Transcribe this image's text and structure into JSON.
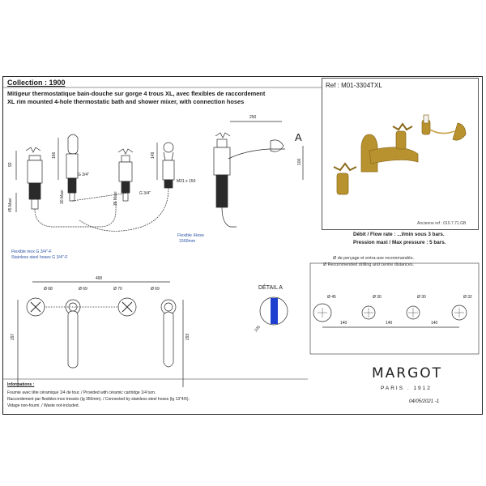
{
  "header": {
    "collection": "Collection : 1900",
    "title_fr": "Mitigeur thermostatique bain-douche sur gorge 4 trous XL, avec flexibles de raccordement",
    "title_en": "XL rim mounted 4-hole thermostatic bath and shower mixer, with connection hoses"
  },
  "reference": {
    "ref": "Ref : M01-3304TXL",
    "ancienne_ref": "Ancienne ref : 010.7.71.GB"
  },
  "specs": {
    "flow_rate": "Débit / Flow rate : ...l/min sous 3 bars.",
    "pressure": "Pression maxi / Max pressure : 5 bars."
  },
  "drilling": {
    "fr": "Ø de perçage et entra-axe recommandés.",
    "en": "Ø Recommended drilling and centre distances.",
    "diameters": [
      "Ø 45",
      "Ø 30",
      "Ø 30",
      "Ø 32"
    ],
    "distances": [
      "140",
      "140",
      "140"
    ]
  },
  "side_view": {
    "dims": [
      "92",
      "166",
      "G 3/4\"",
      "30 Maxi",
      "149",
      "G 3/4\"",
      "35 Maxi",
      "M31 x 150",
      "45 Maxi",
      "100",
      "250"
    ],
    "label_a": "A",
    "hose_label_1": "Flexible /Hose",
    "hose_label_2": "1500mm",
    "inox_fr": "Flexible inox G 3/4\"-F",
    "inox_en": "Stainless steel hoses G 3/4\"-F"
  },
  "top_view": {
    "width": "490",
    "diameters": [
      "Ø 68",
      "Ø 69",
      "Ø 70",
      "Ø 69"
    ],
    "depth_left": "297",
    "depth_right": "293"
  },
  "detail": {
    "title": "DÉTAIL A",
    "dim": "105"
  },
  "informations": {
    "title": "Informations :",
    "lines": [
      "Fournie avec tête céramique 1/4 de tour. / Provided with cèramic cartridge 1/4 turn.",
      "Raccordement par flexibles inox tressés (lg 350mm). / Connected by stainless steel hoses (lg 13\"4/5).",
      "Vidage non-fourni. / Waste not-included."
    ]
  },
  "brand": {
    "name": "MARGOT",
    "tagline": "PARIS . 1912",
    "date": "04/05/2021 -1"
  },
  "colors": {
    "gold": "#b8922e",
    "blue": "#2b52a6",
    "detail_fill": "#1f3fd0"
  }
}
